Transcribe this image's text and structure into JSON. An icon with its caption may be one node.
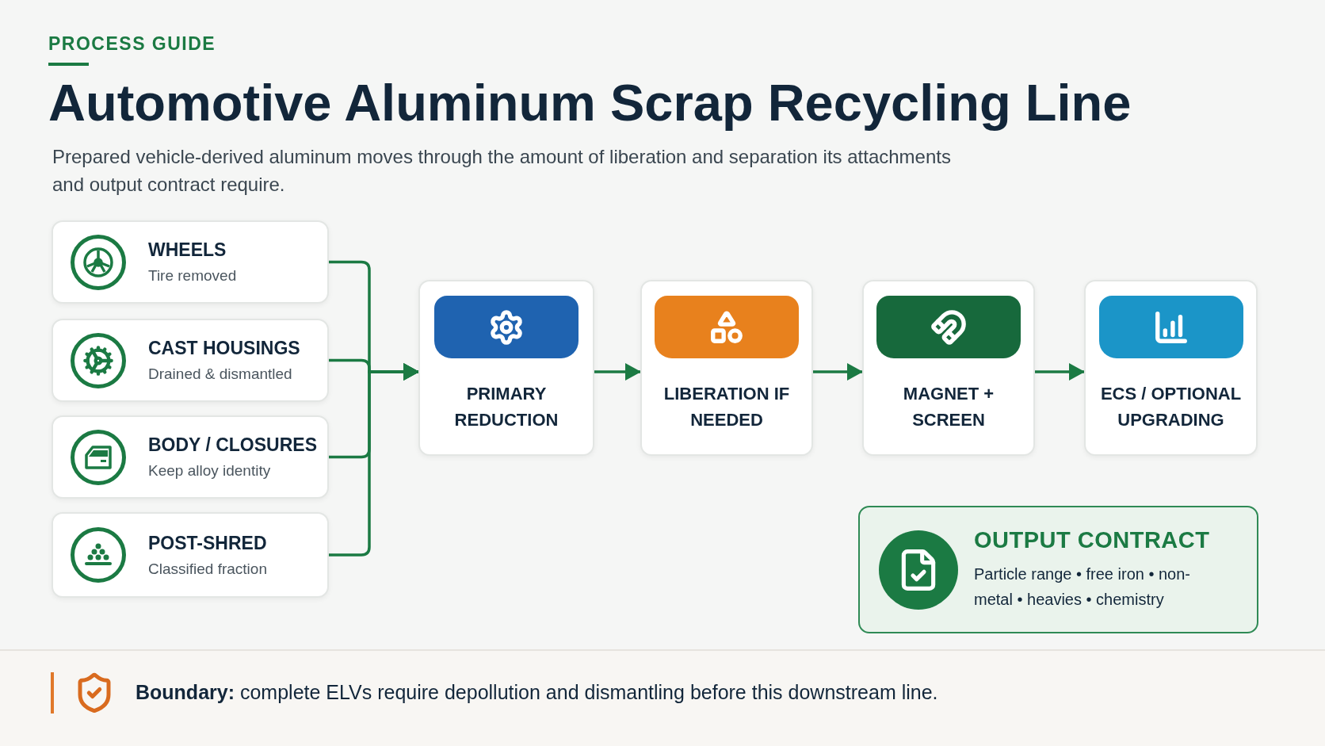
{
  "diagram": {
    "title": "Automotive Aluminum Scrap Recycling Line",
    "nodes": [
      {
        "text": [
          "WHEELS",
          "Tire removed"
        ]
      },
      {
        "text": [
          "CAST HOUSINGS",
          "Drained & dismantled"
        ]
      },
      {
        "text": [
          "BODY / CLOSURES",
          "Keep alloy identity"
        ]
      },
      {
        "text": [
          "POST-SHRED",
          "Classified fraction"
        ]
      },
      {
        "text": [
          "PRIMARY REDUCTION"
        ]
      },
      {
        "text": [
          "LIBERATION IF NEEDED"
        ]
      },
      {
        "text": [
          "MAGNET + SCREEN"
        ]
      },
      {
        "text": [
          "ECS / OPTIONAL UPGRADING"
        ]
      },
      {
        "text": [
          "OUTPUT CONTRACT",
          "Particle range • free iron • non-metal • heavies • chemistry"
        ]
      }
    ],
    "edges": [
      {
        "from": 0,
        "to": 4,
        "arrow": "to"
      },
      {
        "from": 1,
        "to": 4,
        "arrow": "to"
      },
      {
        "from": 2,
        "to": 4,
        "arrow": "to"
      },
      {
        "from": 3,
        "to": 4,
        "arrow": "to"
      },
      {
        "from": 4,
        "to": 5,
        "arrow": "to"
      },
      {
        "from": 5,
        "to": 6,
        "arrow": "to"
      },
      {
        "from": 6,
        "to": 7,
        "arrow": "to"
      }
    ],
    "labels": [
      "PROCESS GUIDE",
      "Prepared vehicle-derived aluminum moves through the amount of liberation and separation its attachments and output contract require.",
      "**Boundary:** complete ELVs require depollution and dismantling before this downstream line."
    ]
  }
}
